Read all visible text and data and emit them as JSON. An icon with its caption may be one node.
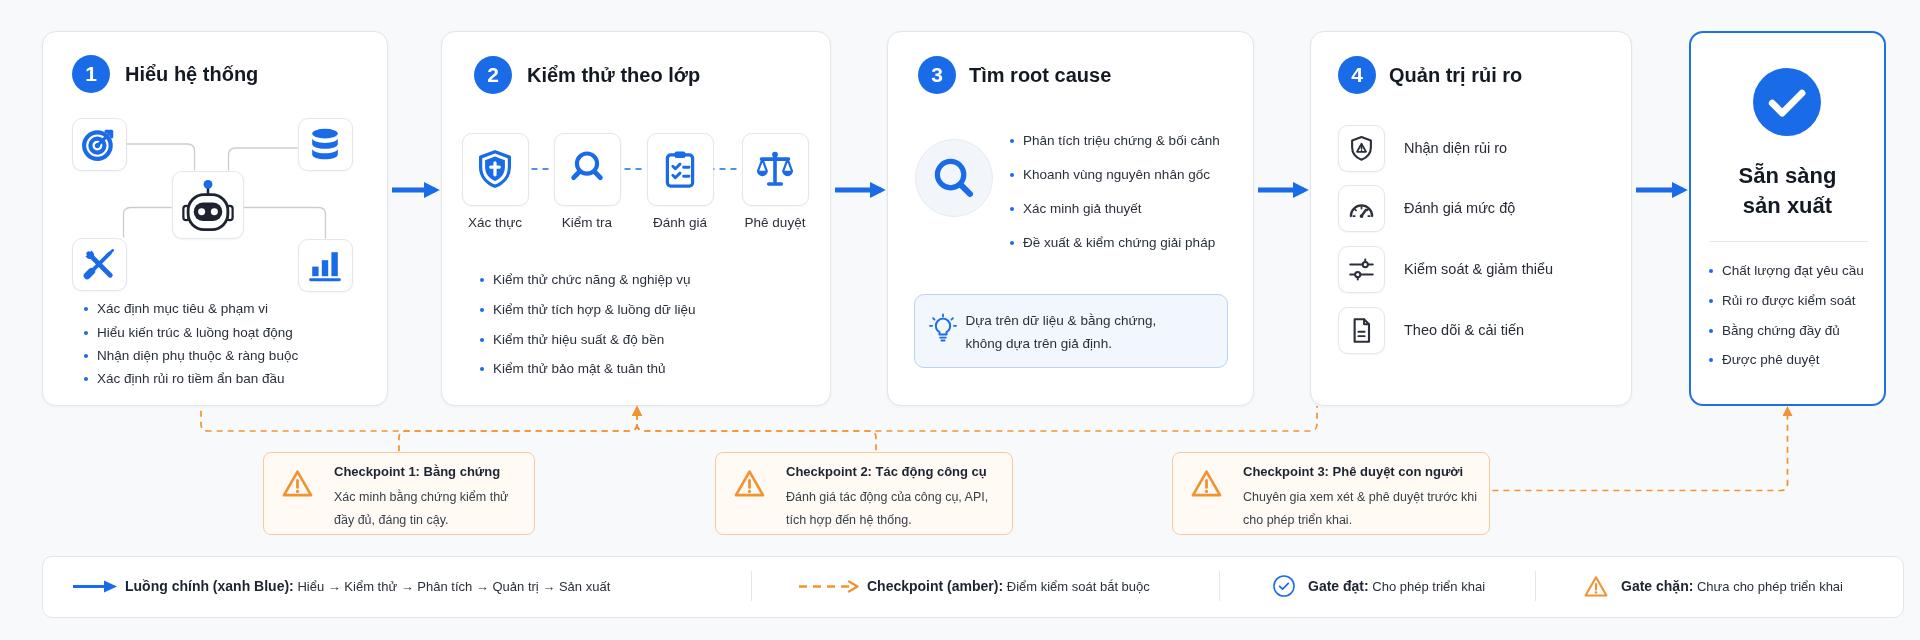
{
  "diagram": {
    "nodes": [
      {
        "text": [
          "1",
          "Hiểu hệ thống",
          "Xác định mục tiêu & phạm vi",
          "Hiểu kiến trúc & luồng hoạt động",
          "Nhận diện phụ thuộc & ràng buộc",
          "Xác định rủi ro tiềm ẩn ban đầu"
        ]
      },
      {
        "text": [],
        "shape": "picture",
        "in": 0
      },
      {
        "text": [],
        "shape": "picture",
        "in": 0
      },
      {
        "text": [],
        "shape": "picture",
        "in": 0
      },
      {
        "text": [],
        "shape": "picture",
        "in": 0
      },
      {
        "text": [],
        "shape": "picture",
        "in": 0
      },
      {
        "text": [
          "2",
          "Kiểm thử theo lớp",
          "Kiểm thử chức năng & nghiệp vụ",
          "Kiểm thử tích hợp & luồng dữ liệu",
          "Kiểm thử hiệu suất & độ bền",
          "Kiểm thử bảo mật & tuân thủ"
        ]
      },
      {
        "text": [
          "Xác thực"
        ],
        "in": 6
      },
      {
        "text": [
          "Kiểm tra"
        ],
        "in": 6
      },
      {
        "text": [
          "Đánh giá"
        ],
        "in": 6
      },
      {
        "text": [
          "Phê duyệt"
        ],
        "in": 6
      },
      {
        "text": [
          "3",
          "Tìm root cause",
          "Phân tích triệu chứng & bối cảnh",
          "Khoanh vùng nguyên nhân gốc",
          "Xác minh giả thuyết",
          "Đề xuất & kiểm chứng giải pháp"
        ]
      },
      {
        "text": [
          "Dựa trên dữ liệu & bằng chứng, không dựa trên giả định."
        ],
        "in": 11
      },
      {
        "text": [
          "4",
          "Quản trị rủi ro",
          "Nhận diện rủi ro",
          "Đánh giá mức độ",
          "Kiểm soát & giảm thiểu",
          "Theo dõi & cải tiến"
        ]
      },
      {
        "text": [
          "Sẵn sàng sản xuất",
          "Chất lượng đạt yêu cầu",
          "Rủi ro được kiểm soát",
          "Bằng chứng đầy đủ",
          "Được phê duyệt"
        ]
      },
      {
        "text": [
          "Checkpoint 1: Bằng chứng",
          "Xác minh bằng chứng kiểm thử đầy đủ, đáng tin cậy."
        ]
      },
      {
        "text": [
          "Checkpoint 2: Tác động công cụ",
          "Đánh giá tác động của công cụ, API, tích hợp đến hệ thống."
        ]
      },
      {
        "text": [
          "Checkpoint 3: Phê duyệt con người",
          "Chuyên gia xem xét & phê duyệt trước khi cho phép triển khai."
        ]
      }
    ],
    "edges": [
      {
        "from": 0,
        "to": 6,
        "arrow": "to",
        "style": "thick"
      },
      {
        "from": 6,
        "to": 11,
        "arrow": "to",
        "style": "thick"
      },
      {
        "from": 11,
        "to": 13,
        "arrow": "to",
        "style": "thick"
      },
      {
        "from": 13,
        "to": 14,
        "arrow": "to",
        "style": "thick"
      },
      {
        "from": 1,
        "to": 3,
        "arrow": "none",
        "color": "#c9cdd3"
      },
      {
        "from": 2,
        "to": 3,
        "arrow": "none",
        "color": "#c9cdd3"
      },
      {
        "from": 3,
        "to": 4,
        "arrow": "none",
        "color": "#c9cdd3"
      },
      {
        "from": 3,
        "to": 5,
        "arrow": "none",
        "color": "#c9cdd3"
      },
      {
        "from": 7,
        "to": 8,
        "arrow": "none",
        "style": "dashed"
      },
      {
        "from": 8,
        "to": 9,
        "arrow": "none",
        "style": "dashed"
      },
      {
        "from": 9,
        "to": 10,
        "arrow": "none",
        "style": "dashed"
      },
      {
        "from": 0,
        "to": 6,
        "arrow": "to",
        "style": "dashed",
        "color": "#f39233"
      },
      {
        "from": 15,
        "to": 6,
        "arrow": "to",
        "style": "dashed",
        "color": "#f39233"
      },
      {
        "from": 16,
        "to": 6,
        "arrow": "to",
        "style": "dashed",
        "color": "#f39233"
      },
      {
        "from": 13,
        "to": 6,
        "arrow": "to",
        "style": "dashed",
        "color": "#f39233"
      },
      {
        "from": 17,
        "to": 14,
        "arrow": "to",
        "style": "dashed",
        "color": "#f39233"
      }
    ],
    "legend": [
      {
        "text": "**Luồng chính (xanh Blue):** Hiểu → Kiểm thử → Phân tích → Quản trị → Sản xuất"
      },
      {
        "text": "**Checkpoint (amber):** Điểm kiểm soát bắt buộc"
      },
      {
        "text": "**Gate đạt:** Cho phép triển khai"
      },
      {
        "text": "**Gate chặn:** Chưa cho phép triển khai"
      }
    ]
  }
}
